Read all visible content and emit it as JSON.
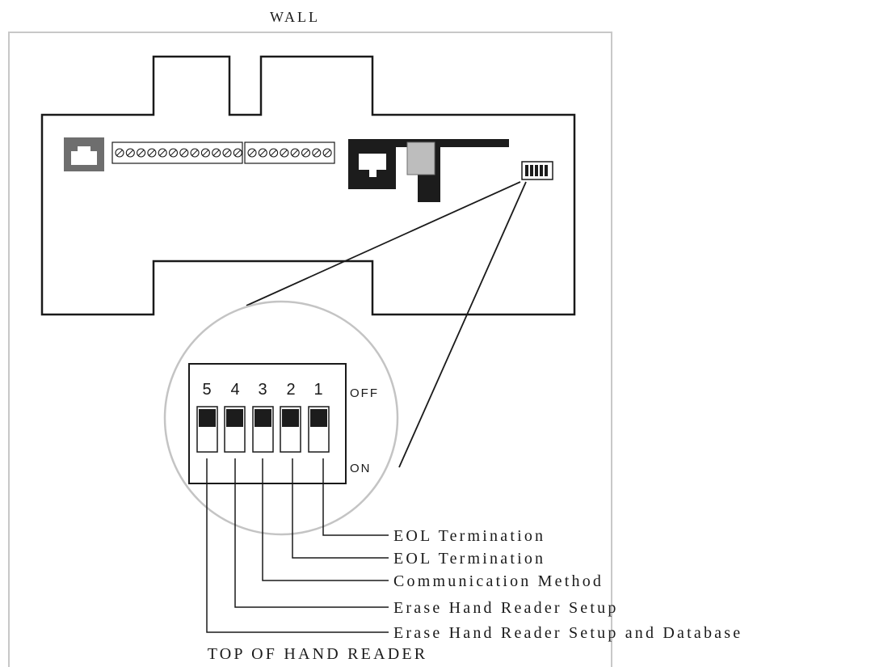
{
  "title_top": "WALL",
  "title_bottom": "TOP OF HAND READER",
  "switch_numbers": [
    "5",
    "4",
    "3",
    "2",
    "1"
  ],
  "off_label": "OFF",
  "on_label": "ON",
  "callouts": [
    {
      "switch": "1",
      "text": "EOL Termination"
    },
    {
      "switch": "2",
      "text": "EOL Termination"
    },
    {
      "switch": "3",
      "text": "Communication Method"
    },
    {
      "switch": "4",
      "text": "Erase Hand Reader Setup"
    },
    {
      "switch": "5",
      "text": "Erase Hand Reader Setup and Database"
    }
  ],
  "colors": {
    "line": "#1a1a1a",
    "frame": "#c8c8c8",
    "circle": "#c4c4c4",
    "dark_fill": "#1c1c1c",
    "jack_gray": "#6e6e6e",
    "chip_gray": "#bdbdbd"
  }
}
